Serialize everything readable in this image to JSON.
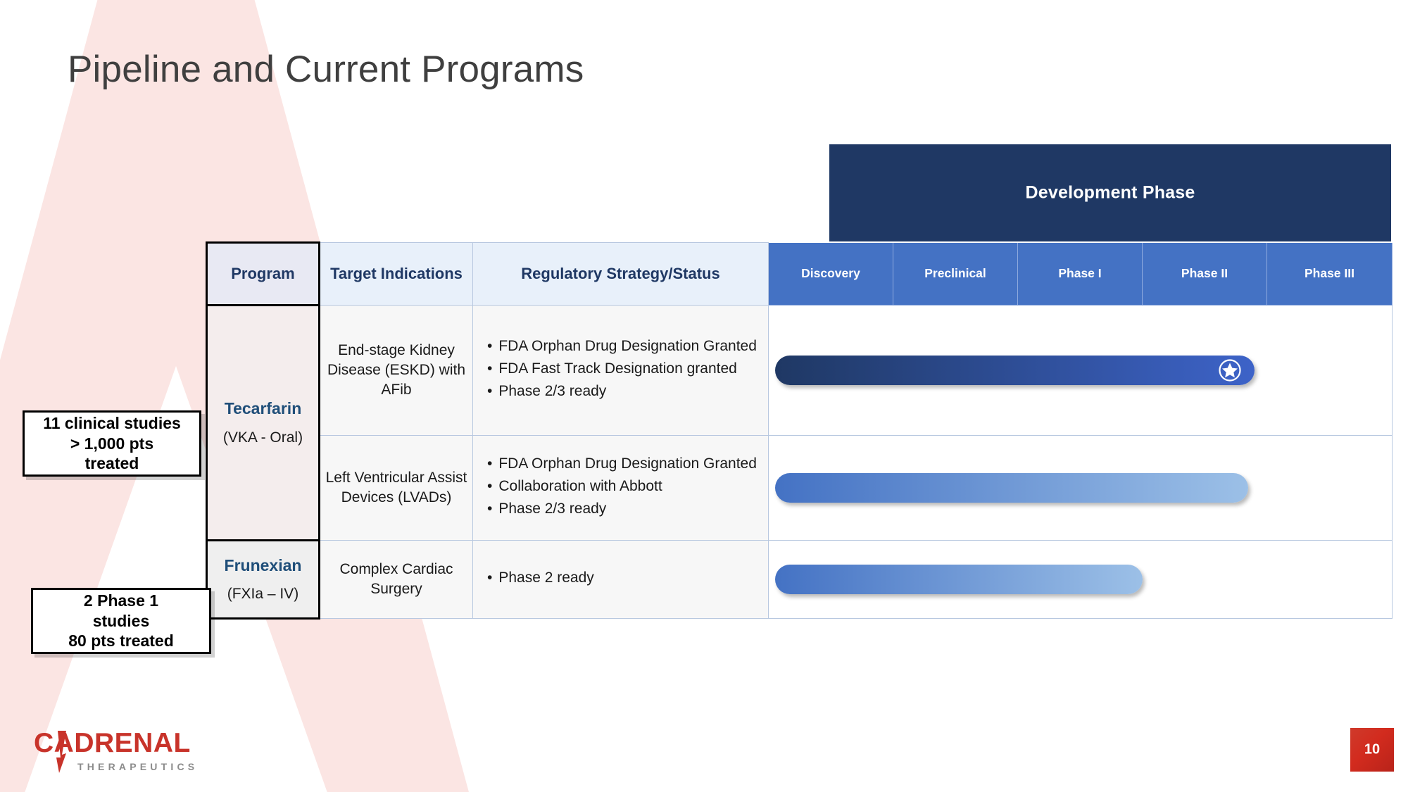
{
  "slide": {
    "title": "Pipeline and Current Programs",
    "page_number": "10"
  },
  "brand": {
    "logo_name": "CADRENAL",
    "logo_tagline": "THERAPEUTICS",
    "logo_red": "#c8332a",
    "logo_gray": "#8b8b8b",
    "watermark_pink": "#fbe5e3",
    "accent_navy": "#1f3864",
    "accent_blue": "#4472c4",
    "page_badge_red": "#cf3a2b"
  },
  "table": {
    "group_header": "Development Phase",
    "columns": [
      "Program",
      "Target Indications",
      "Regulatory Strategy/Status"
    ],
    "phases": [
      "Discovery",
      "Preclinical",
      "Phase I",
      "Phase II",
      "Phase III"
    ],
    "programs": [
      {
        "name": "Tecarfarin",
        "modality": "(VKA - Oral)"
      },
      {
        "name": "Frunexian",
        "modality": "(FXIa – IV)"
      }
    ],
    "rows": [
      {
        "indication": "End-stage Kidney Disease (ESKD) with AFib",
        "regulatory": [
          "FDA Orphan Drug Designation Granted",
          "FDA Fast Track Designation granted",
          "Phase 2/3 ready"
        ],
        "bar": {
          "start_pct": 1,
          "end_pct": 78,
          "color_start": "#1f3864",
          "color_end": "#3d63c8",
          "milestone_icon": "star-icon",
          "has_milestone": true
        }
      },
      {
        "indication": "Left Ventricular Assist Devices (LVADs)",
        "regulatory": [
          "FDA Orphan Drug Designation Granted",
          "Collaboration with Abbott",
          "Phase 2/3 ready"
        ],
        "bar": {
          "start_pct": 1,
          "end_pct": 77,
          "color_start": "#4472c4",
          "color_end": "#9cc0e7",
          "milestone_icon": "",
          "has_milestone": false
        }
      },
      {
        "indication": "Complex Cardiac Surgery",
        "regulatory": [
          "Phase 2 ready"
        ],
        "bar": {
          "start_pct": 1,
          "end_pct": 60,
          "color_start": "#4472c4",
          "color_end": "#9cc0e7",
          "milestone_icon": "",
          "has_milestone": false
        }
      }
    ]
  },
  "callouts": [
    {
      "line1": "11 clinical studies",
      "line2": "> 1,000 pts",
      "line3": "treated"
    },
    {
      "line1": "2 Phase 1",
      "line2": "studies",
      "line3": "80 pts treated"
    }
  ]
}
